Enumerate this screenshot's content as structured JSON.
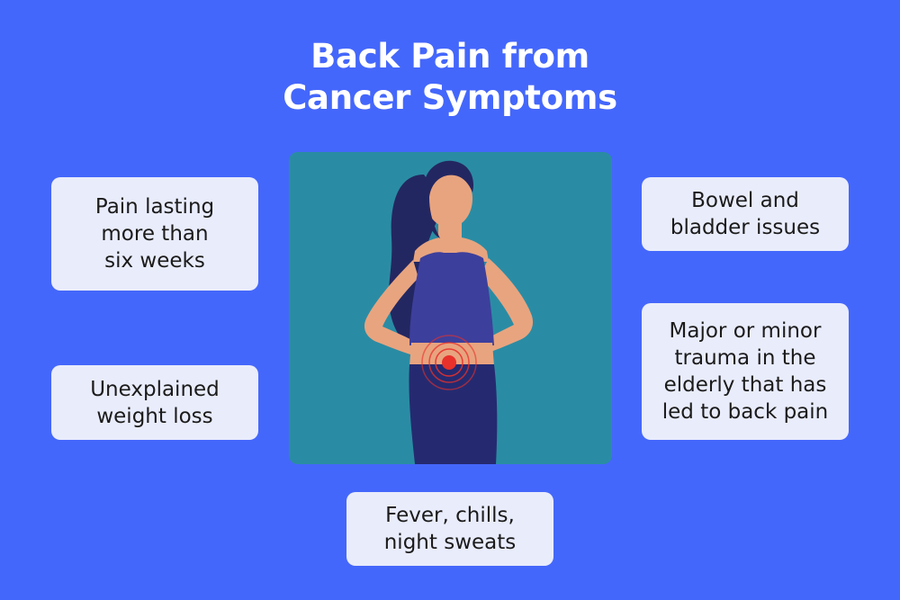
{
  "title": {
    "line1": "Back Pain from",
    "line2": "Cancer Symptoms"
  },
  "symptoms": {
    "pain_lasting": "Pain lasting\nmore than\nsix weeks",
    "weight_loss": "Unexplained\nweight loss",
    "bowel_bladder": "Bowel and\nbladder issues",
    "trauma": "Major or minor\ntrauma in the\nelderly that has\nled to back pain",
    "fever": "Fever, chills,\nnight sweats"
  },
  "colors": {
    "background": "#4467fb",
    "card": "#e9ecfb",
    "illustration_bg": "#2a8ca4",
    "pain_point": "#e8312b"
  }
}
